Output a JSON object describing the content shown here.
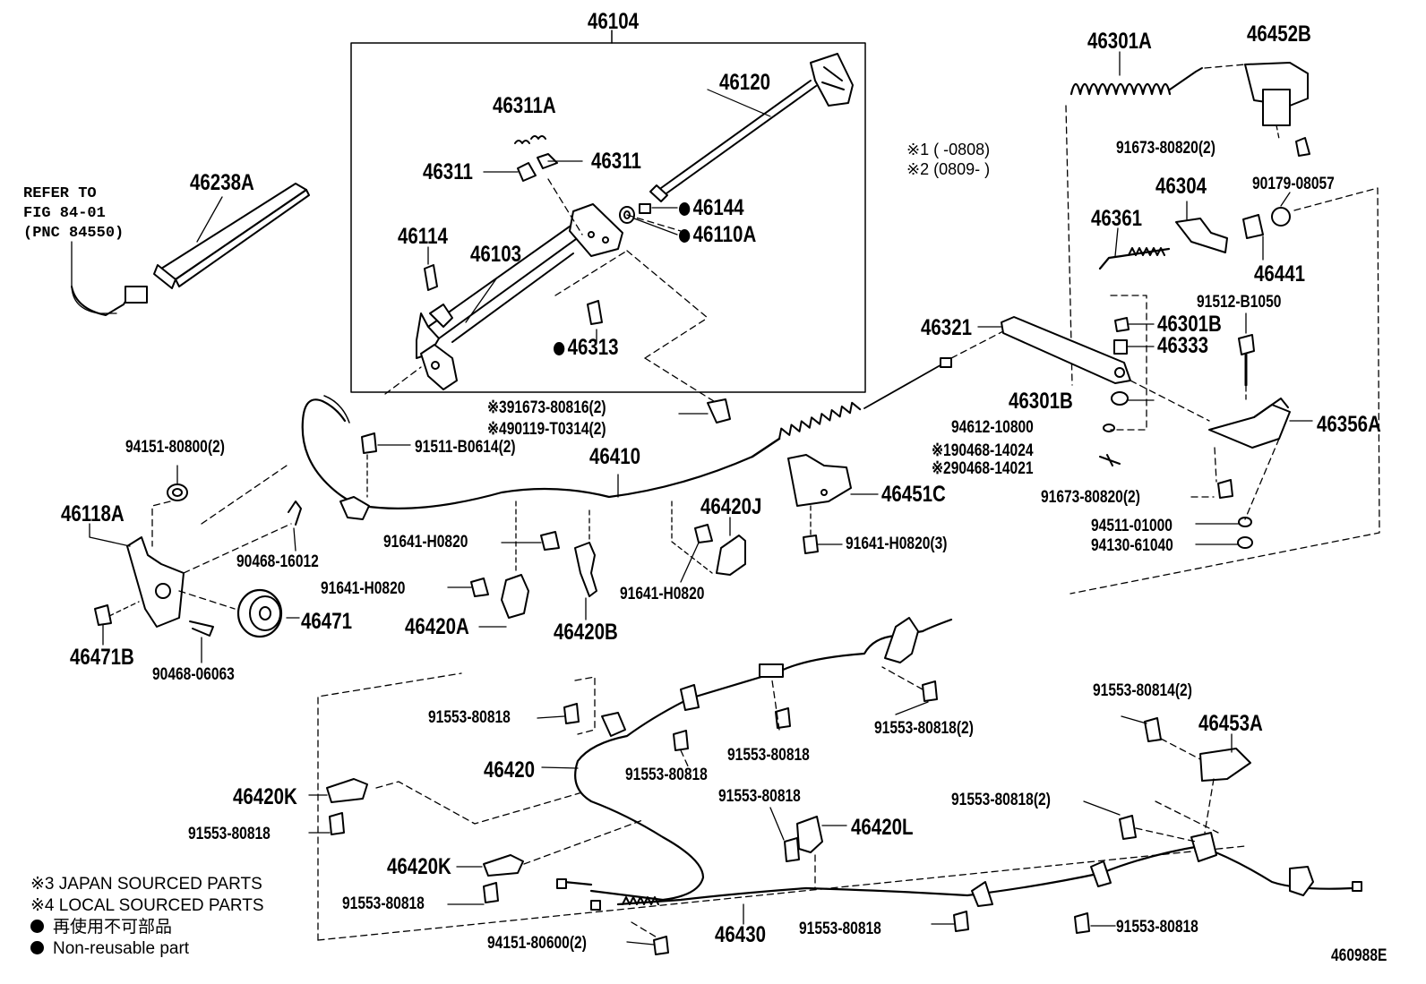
{
  "diagram": {
    "figure_code": "460988E",
    "refer_note": [
      "REFER TO",
      "FIG 84-01",
      "(PNC 84550)"
    ],
    "ranges": [
      "※1 (     -0808)",
      "※2 (0809-     )"
    ],
    "legend": {
      "japan": "※3 JAPAN SOURCED PARTS",
      "local": "※4 LOCAL SOURCED PARTS",
      "nonreuse_jp": "再使用不可部品",
      "nonreuse_en": "Non-reusable part"
    },
    "labels": {
      "p46104": "46104",
      "p46120": "46120",
      "p46311A": "46311A",
      "p46311a": "46311",
      "p46311b": "46311",
      "p46144": "46144",
      "p46110A": "46110A",
      "p46114": "46114",
      "p46103": "46103",
      "p46313": "46313",
      "p46238A": "46238A",
      "p46301A": "46301A",
      "p46452B": "46452B",
      "p91673_1": "91673-80820(2)",
      "p46304": "46304",
      "p90179": "90179-08057",
      "p46361": "46361",
      "p46441": "46441",
      "p91512": "91512-B1050",
      "p46321": "46321",
      "p46301B1": "46301B",
      "p46333": "46333",
      "p46301B2": "46301B",
      "p94612": "94612-10800",
      "p90468a": "※190468-14024",
      "p90468b": "※290468-14021",
      "p46356A": "46356A",
      "p91673_2": "91673-80820(2)",
      "p94511": "94511-01000",
      "p94130": "94130-61040",
      "p91673_816": "※391673-80816(2)",
      "p90119": "※490119-T0314(2)",
      "p94151_800": "94151-80800(2)",
      "p91511": "91511-B0614(2)",
      "p46410": "46410",
      "p46118A": "46118A",
      "p90468_16012": "90468-16012",
      "p91641_a": "91641-H0820",
      "p91641_b": "91641-H0820",
      "p91641_c": "91641-H0820",
      "p91641_3": "91641-H0820(3)",
      "p46420J": "46420J",
      "p46451C": "46451C",
      "p46471": "46471",
      "p46471B": "46471B",
      "p90468_06063": "90468-06063",
      "p46420A": "46420A",
      "p46420B": "46420B",
      "p91553_818a": "91553-80818",
      "p91553_818b": "91553-80818",
      "p91553_818c": "91553-80818",
      "p91553_818_2a": "91553-80818(2)",
      "p91553_814": "91553-80814(2)",
      "p46453A": "46453A",
      "p46420": "46420",
      "p46420K1": "46420K",
      "p91553_818d": "91553-80818",
      "p91553_818e": "91553-80818",
      "p46420L": "46420L",
      "p91553_818_2b": "91553-80818(2)",
      "p46420K2": "46420K",
      "p91553_818f": "91553-80818",
      "p91553_818g": "91553-80818",
      "p46430": "46430",
      "p91553_818h": "91553-80818",
      "p94151_600": "94151-80600(2)"
    }
  }
}
